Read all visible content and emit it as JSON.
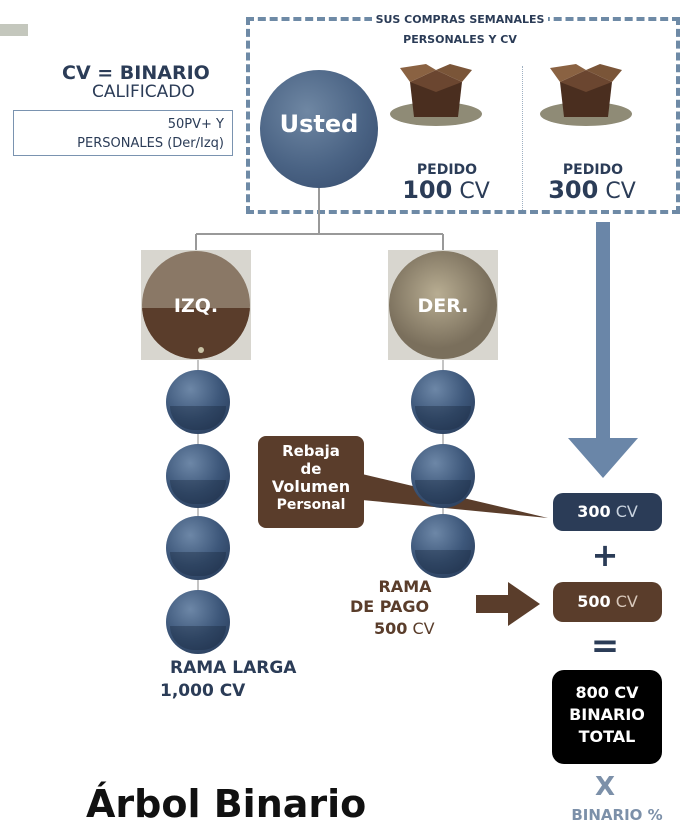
{
  "header": {
    "weekly_purchases": [
      "SUS COMPRAS SEMANALES",
      "PERSONALES Y CV"
    ],
    "cv_binario": "CV = BINARIO",
    "calificado": "CALIFICADO",
    "qualifier_box": [
      "50PV+ Y",
      "PERSONALES (Der/Izq)"
    ]
  },
  "usted": "Usted",
  "orders": [
    {
      "label": "PEDIDO",
      "value": "100",
      "unit": "CV"
    },
    {
      "label": "PEDIDO",
      "value": "300",
      "unit": "CV"
    }
  ],
  "branches": {
    "left": "IZQ.",
    "right": "DER."
  },
  "rebaja": [
    "Rebaja",
    "de",
    "Volumen",
    "Personal"
  ],
  "rama_pago": {
    "line1": "RAMA",
    "line2": "DE PAGO",
    "value": "500",
    "unit": "CV"
  },
  "rama_larga": {
    "line1": "RAMA LARGA",
    "line2": "1,000 CV"
  },
  "totals": {
    "first": {
      "value": "300",
      "unit": "CV"
    },
    "plus": "+",
    "second": {
      "value": "500",
      "unit": "CV"
    },
    "equals": "=",
    "total_lines": [
      "800 CV",
      "BINARIO",
      "TOTAL"
    ],
    "times": "X",
    "binario_pct": "BINARIO %"
  },
  "title": "Árbol Binario",
  "colors": {
    "navy": "#2b3c57",
    "brown": "#5a3d2b",
    "dash": "#6e8aa6",
    "arrow_blue": "#6a86a8"
  }
}
